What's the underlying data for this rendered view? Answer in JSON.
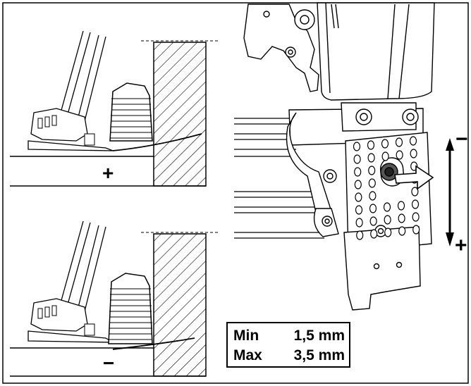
{
  "diagram": {
    "top_panel_sign": "+",
    "bottom_panel_sign": "−",
    "arrow_top_sign": "−",
    "arrow_bottom_sign": "+",
    "spec": {
      "min_label": "Min",
      "min_value": "1,5 mm",
      "max_label": "Max",
      "max_value": "3,5 mm"
    }
  },
  "colors": {
    "line": "#000000",
    "background": "#ffffff",
    "arrow_fill": "#ffffff"
  },
  "icons": [
    "hatch-pattern",
    "double-arrow-vertical",
    "hollow-arrow-right"
  ]
}
